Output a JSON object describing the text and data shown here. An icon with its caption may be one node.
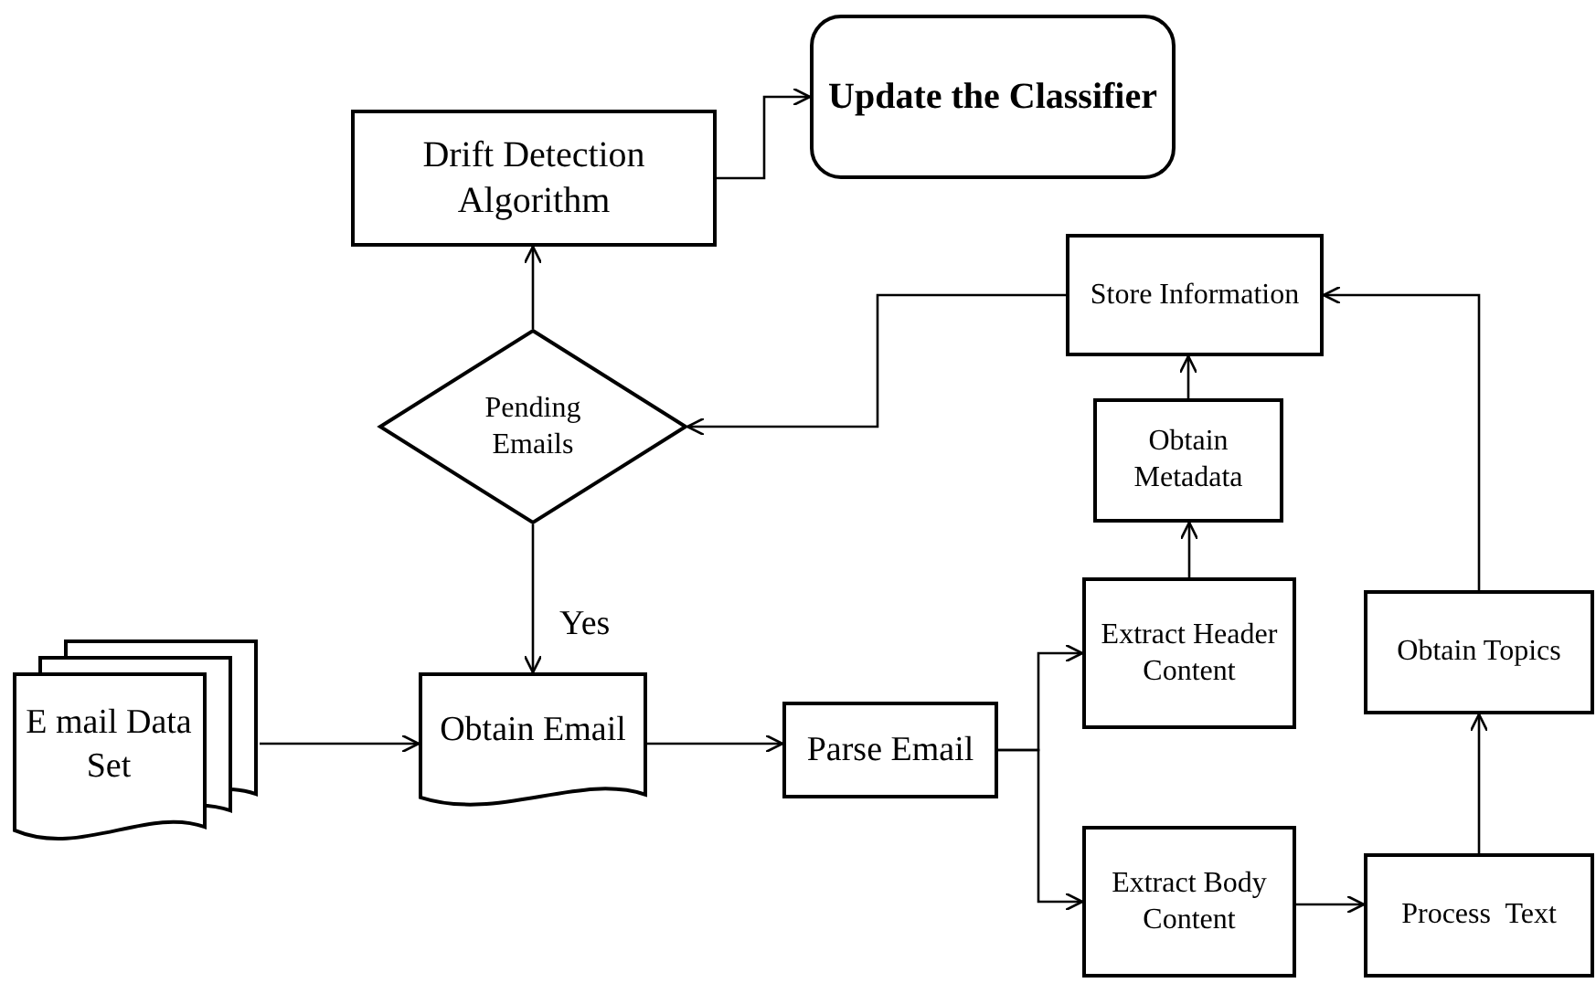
{
  "diagram": {
    "nodes": [
      {
        "text": [
          "Drift Detection Algorithm"
        ]
      },
      {
        "text": [
          "Update the Classifier"
        ]
      },
      {
        "text": [
          "Store Information"
        ]
      },
      {
        "text": [
          "Pending Emails"
        ]
      },
      {
        "text": [
          "Obtain Metadata"
        ]
      },
      {
        "text": [
          "Extract Header Content"
        ]
      },
      {
        "text": [
          "Obtain Topics"
        ]
      },
      {
        "text": [
          "E mail Data Set"
        ]
      },
      {
        "text": [
          "Obtain Email"
        ]
      },
      {
        "text": [
          "Parse Email"
        ]
      },
      {
        "text": [
          "Extract Body Content"
        ]
      },
      {
        "text": [
          "Process  Text"
        ]
      }
    ],
    "edges": [
      {
        "from": 3,
        "to": 0,
        "arrow": "to"
      },
      {
        "from": 0,
        "to": 1,
        "arrow": "to"
      },
      {
        "from": 2,
        "to": 3,
        "arrow": "to"
      },
      {
        "from": 4,
        "to": 2,
        "arrow": "to"
      },
      {
        "from": 5,
        "to": 4,
        "arrow": "to"
      },
      {
        "from": 6,
        "to": 2,
        "arrow": "to"
      },
      {
        "from": 11,
        "to": 6,
        "arrow": "to"
      },
      {
        "from": 3,
        "to": 8,
        "arrow": "to",
        "label": "Yes"
      },
      {
        "from": 7,
        "to": 8,
        "arrow": "to"
      },
      {
        "from": 8,
        "to": 9,
        "arrow": "to"
      },
      {
        "from": 9,
        "to": 5,
        "arrow": "to"
      },
      {
        "from": 9,
        "to": 10,
        "arrow": "to"
      },
      {
        "from": 10,
        "to": 11,
        "arrow": "to"
      }
    ]
  }
}
